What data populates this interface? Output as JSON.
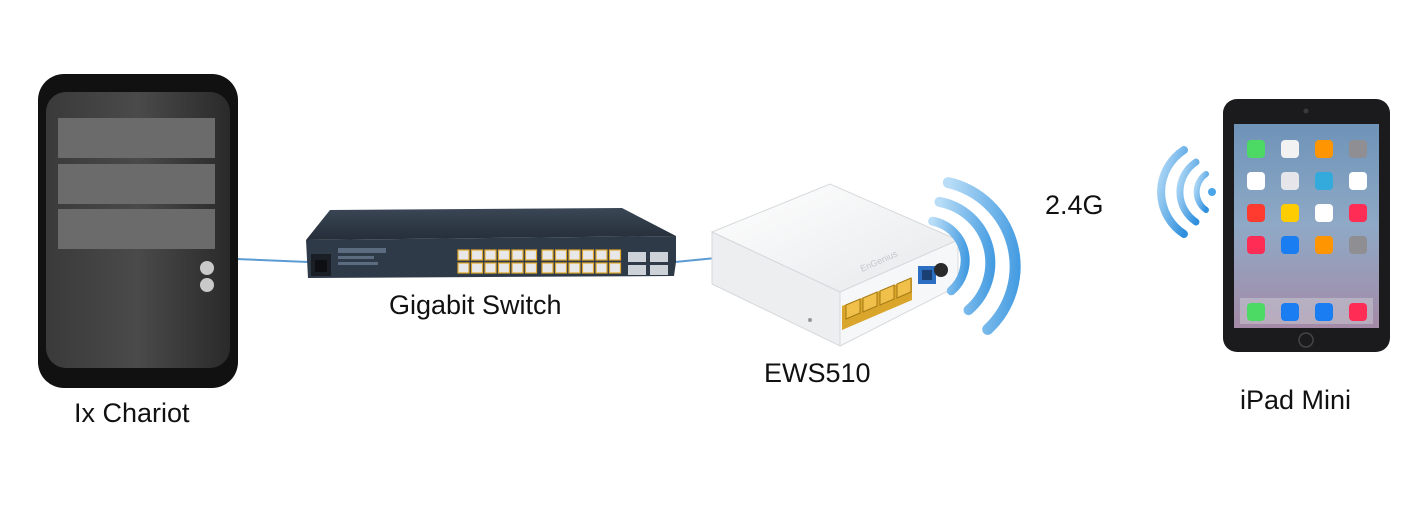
{
  "nodes": {
    "pc": {
      "label": "Ix Chariot",
      "icon": "pc-tower-icon"
    },
    "switch": {
      "label": "Gigabit Switch",
      "icon": "network-switch-icon",
      "port_count": 24,
      "sfp_count": 4
    },
    "ap": {
      "label": "EWS510",
      "icon": "wall-plate-access-point-icon",
      "lan_port_count": 4
    },
    "ipad": {
      "label": "iPad Mini",
      "icon": "tablet-icon"
    }
  },
  "wireless": {
    "band_label": "2.4G"
  },
  "colors": {
    "link": "#5b9bd5",
    "wifi": "#4aa6e8",
    "pc_body": "#2b2b2b",
    "switch_body": "#2f3a48",
    "port_amber": "#e0a82e"
  }
}
